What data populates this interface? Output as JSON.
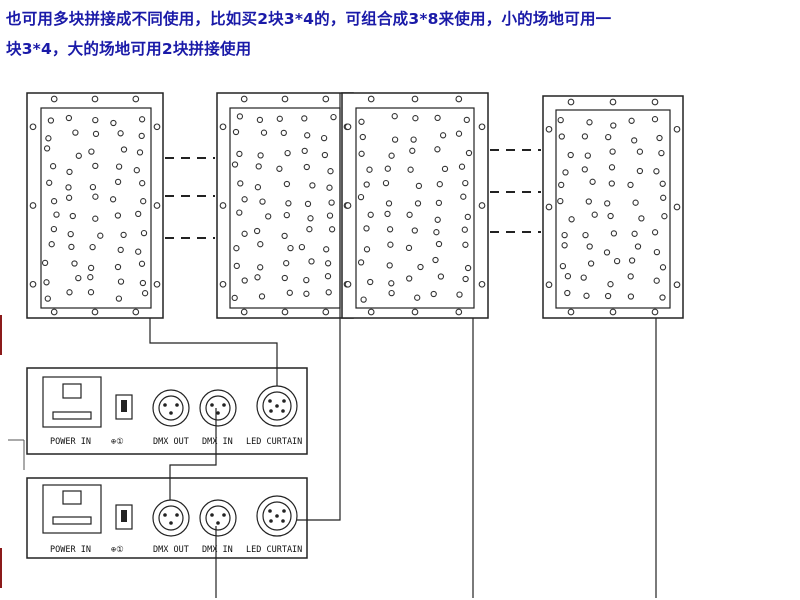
{
  "caption": {
    "line1": "也可用多块拼接成不同使用，比如买2块3*4的，可组合成3*8来使用，小的场地可用一",
    "line2": "块3*4，大的场地可用2块拼接使用"
  },
  "controller_labels": {
    "power_in": "POWER IN",
    "switch_symbol": "⊕①",
    "dmx_out": "DMX OUT",
    "dmx_in": "DMX IN",
    "led_curtain": "LED CURTAIN"
  },
  "colors": {
    "caption_text": "#1a1aa8",
    "line": "#222222",
    "accent_mark": "#8b1a1a"
  }
}
